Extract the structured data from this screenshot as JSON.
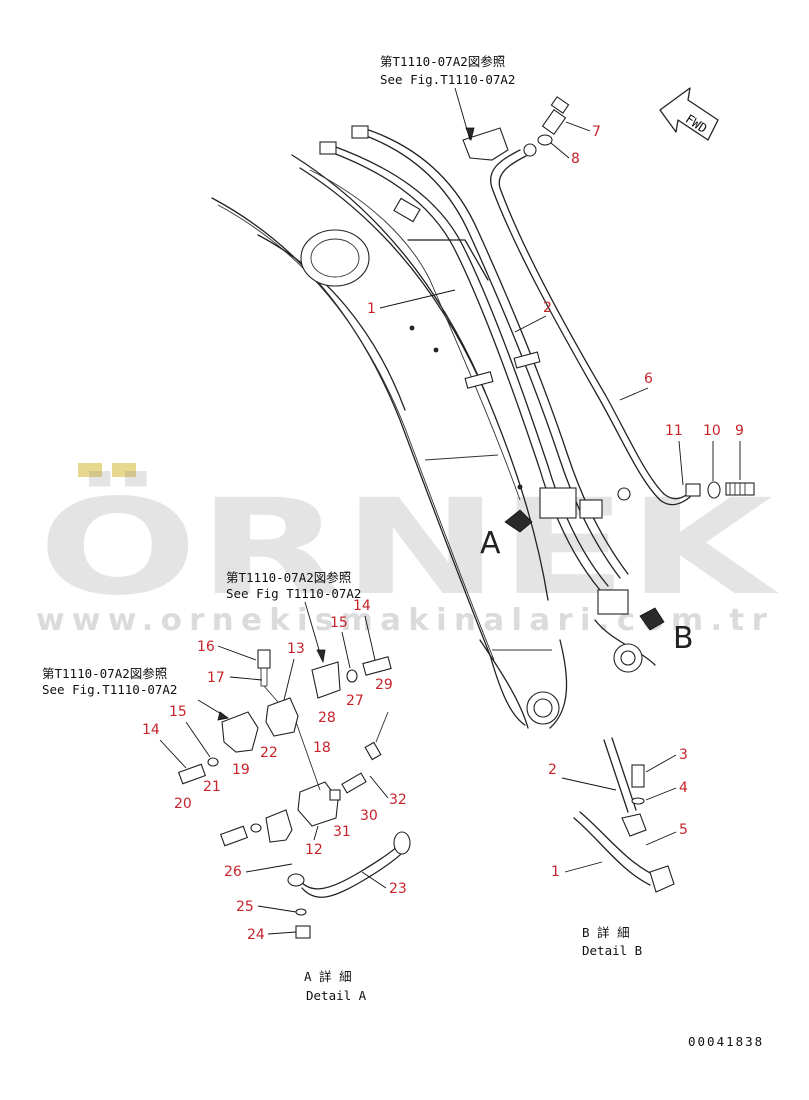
{
  "references": {
    "top": {
      "jp": "第T1110-07A2図参照",
      "en": "See Fig.T1110-07A2"
    },
    "middle": {
      "jp": "第T1110-07A2図参照",
      "en": "See Fig T1110-07A2"
    },
    "left": {
      "jp": "第T1110-07A2図参照",
      "en": "See Fig.T1110-07A2"
    }
  },
  "fwd_label": "FWD",
  "views": {
    "a": "A",
    "b": "B"
  },
  "detail_a": {
    "jp": "A 詳 細",
    "en": "Detail A"
  },
  "detail_b": {
    "jp": "B 詳 細",
    "en": "Detail B"
  },
  "drawing_number": "00041838",
  "watermark": {
    "brand": "ÖRNEK",
    "url": "www.ornekismakinalari.com.tr"
  },
  "callouts": {
    "c1": "1",
    "c2": "2",
    "c6": "6",
    "c7": "7",
    "c8": "8",
    "c9": "9",
    "c10": "10",
    "c11": "11",
    "c13": "13",
    "c14a": "14",
    "c15a": "15",
    "c16": "16",
    "c17": "17",
    "c27": "27",
    "c28": "28",
    "c29": "29",
    "c14b": "14",
    "c15b": "15",
    "c18": "18",
    "c19": "19",
    "c20": "20",
    "c21": "21",
    "c22": "22",
    "c12": "12",
    "c30": "30",
    "c31": "31",
    "c32": "32",
    "c23": "23",
    "c24": "24",
    "c25": "25",
    "c26": "26",
    "cb2": "2",
    "cb3": "3",
    "cb4": "4",
    "cb5": "5",
    "cb1": "1"
  },
  "colors": {
    "callout": "#c8232b",
    "line": "#222222",
    "watermark": "#8a8a8a",
    "watermark_accent": "#d4b830"
  }
}
